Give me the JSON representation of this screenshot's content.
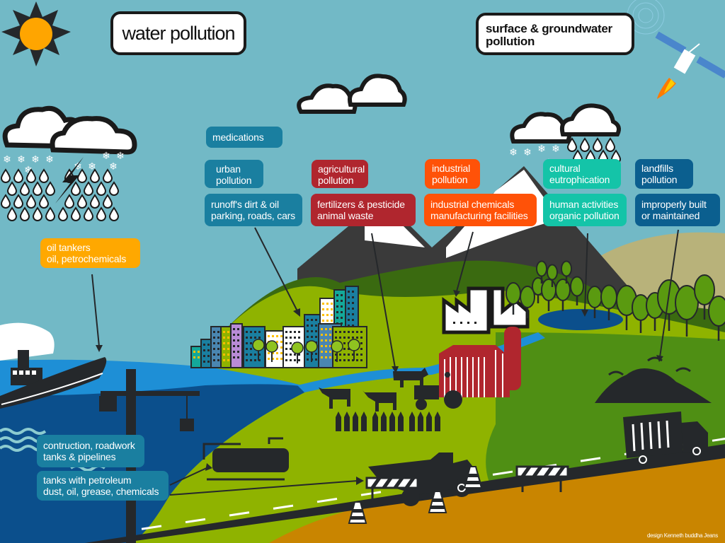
{
  "titles": {
    "main": "water pollution",
    "sub": [
      "surface & groundwater",
      "pollution"
    ]
  },
  "labels": {
    "medications": {
      "lines": [
        "medications"
      ],
      "color": "#1a7fa0"
    },
    "urban_title": {
      "lines": [
        "urban",
        "pollution"
      ],
      "color": "#1a7fa0"
    },
    "urban_detail": {
      "lines": [
        "runoff's dirt & oil",
        "parking, roads, cars"
      ],
      "color": "#1a7fa0"
    },
    "agri_title": {
      "lines": [
        "agricultural",
        "pollution"
      ],
      "color": "#b0262e"
    },
    "agri_detail": {
      "lines": [
        "fertilizers & pesticide",
        "animal waste"
      ],
      "color": "#b0262e"
    },
    "industrial_title": {
      "lines": [
        "industrial",
        "pollution"
      ],
      "color": "#ff5208"
    },
    "industrial_detail": {
      "lines": [
        "industrial chemicals",
        "manufacturing facilities"
      ],
      "color": "#ff5208"
    },
    "cultural_title": {
      "lines": [
        "cultural",
        "eutrophication"
      ],
      "color": "#14c4a8"
    },
    "cultural_detail": {
      "lines": [
        "human activities",
        "organic pollution"
      ],
      "color": "#14c4a8"
    },
    "landfill_title": {
      "lines": [
        "landfills",
        "pollution"
      ],
      "color": "#0b5f8f"
    },
    "landfill_detail": {
      "lines": [
        "improperly built",
        "or maintained"
      ],
      "color": "#0b5f8f"
    },
    "oil": {
      "lines": [
        "oil tankers",
        "oil, petrochemicals"
      ],
      "color": "#ffa800"
    },
    "construction": {
      "lines": [
        "contruction, roadwork",
        "tanks & pipelines"
      ],
      "color": "#1a7fa0"
    },
    "tanks": {
      "lines": [
        "tanks with petroleum",
        "dust, oil, grease, chemicals"
      ],
      "color": "#1a7fa0"
    }
  },
  "credit": "design Kenneth buddha Jeans",
  "colors": {
    "sky": "#72b9c6",
    "sun": "#ffa500",
    "dark": "#25282b",
    "water_dark": "#0b4f8c",
    "water_light": "#1e8fd6",
    "grass_light": "#8fb300",
    "grass_mid": "#4f8f14",
    "grass_dark": "#3a6a10",
    "dirt": "#c98500",
    "barn": "#b0262e",
    "hill_tan": "#b8b27a"
  }
}
